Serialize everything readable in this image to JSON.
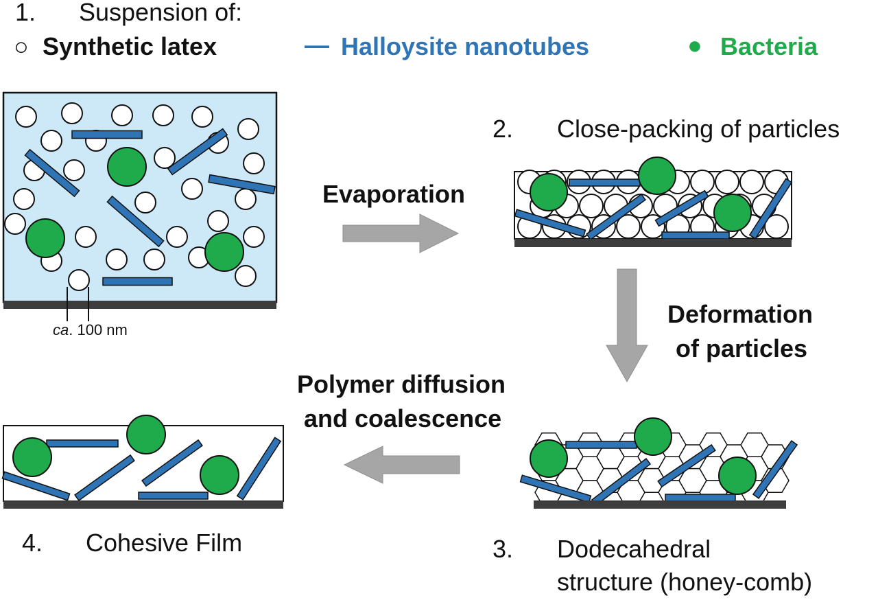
{
  "legend": {
    "step_number": "1.",
    "title": "Suspension of:",
    "items": [
      {
        "symbol": "○",
        "label": "Synthetic latex",
        "color": "#111111"
      },
      {
        "symbol": "—",
        "label": "Halloysite nanotubes",
        "color": "#2f74b5"
      },
      {
        "symbol": "●",
        "label": "Bacteria",
        "color": "#1faa4b"
      }
    ]
  },
  "scale": {
    "prefix": "ca",
    "suffix": ". 100 nm"
  },
  "steps": {
    "step2": {
      "number": "2.",
      "label": "Close-packing of particles"
    },
    "step3": {
      "number": "3.",
      "line1": "Dodecahedral",
      "line2": "structure (honey-comb)"
    },
    "step4": {
      "number": "4.",
      "label": "Cohesive Film"
    }
  },
  "arrows": {
    "evaporation": "Evaporation",
    "deformation_line1": "Deformation",
    "deformation_line2": "of particles",
    "diffusion_line1": "Polymer diffusion",
    "diffusion_line2": "and coalescence"
  },
  "colors": {
    "latex_fill": "#ffffff",
    "nanotube": "#2f74b5",
    "bacteria": "#1faa4b",
    "suspension_bg": "#cde9f8",
    "substrate": "#3d3d3d",
    "arrow": "#a6a6a6"
  }
}
